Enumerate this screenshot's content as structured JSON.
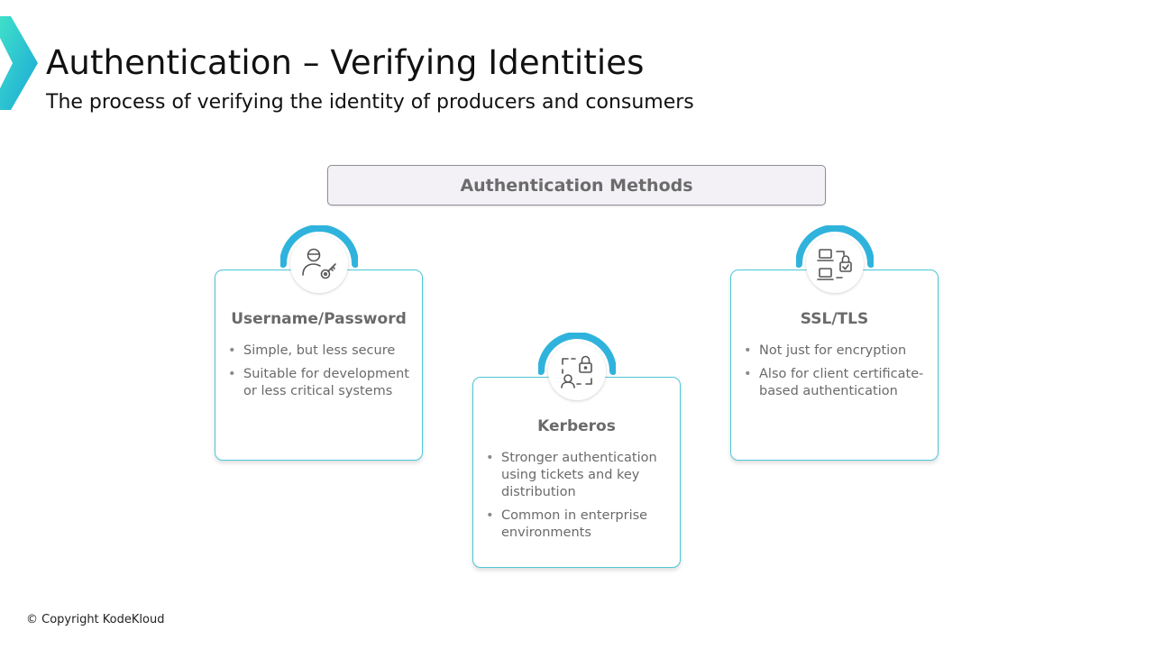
{
  "slide": {
    "title": "Authentication – Verifying Identities",
    "subtitle": "The process of verifying the identity of producers and consumers",
    "footer": "© Copyright KodeKloud"
  },
  "methods_header": "Authentication Methods",
  "cards": [
    {
      "title": "Username/Password",
      "icon": "user-key-icon",
      "bullets": [
        "Simple, but less secure",
        "Suitable for development or less critical systems"
      ]
    },
    {
      "title": "Kerberos",
      "icon": "user-lock-scan-icon",
      "bullets": [
        "Stronger authentication using tickets and key distribution",
        "Common in enterprise environments"
      ]
    },
    {
      "title": "SSL/TLS",
      "icon": "devices-lock-icon",
      "bullets": [
        "Not just for encryption",
        "Also for client certificate-based authentication"
      ]
    }
  ],
  "colors": {
    "accent_teal": "#4ec6d6",
    "accent_blue": "#2b9fdd",
    "header_fill": "#f3f1f6"
  }
}
